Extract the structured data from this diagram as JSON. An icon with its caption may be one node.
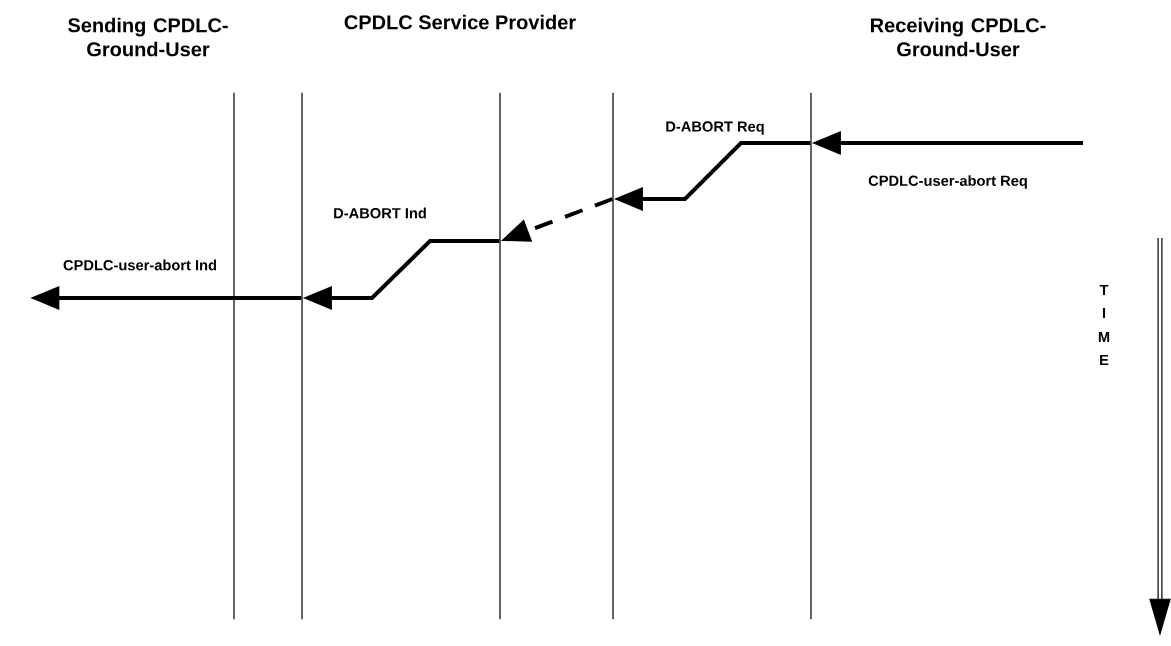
{
  "diagram": {
    "nodes": [
      {
        "text": [],
        "shape": "bar"
      },
      {
        "text": [],
        "shape": "bar"
      },
      {
        "text": [],
        "shape": "bar"
      },
      {
        "text": [],
        "shape": "bar"
      },
      {
        "text": [],
        "shape": "bar"
      }
    ],
    "edges": [
      {
        "from": null,
        "to": 4,
        "arrow": "to",
        "label": "CPDLC-user-abort Req"
      },
      {
        "from": 4,
        "to": 3,
        "arrow": "to",
        "label": "D-ABORT Req"
      },
      {
        "from": 3,
        "to": 2,
        "arrow": "to",
        "style": "dashed"
      },
      {
        "from": 2,
        "to": 1,
        "arrow": "to",
        "label": "D-ABORT Ind"
      },
      {
        "from": 1,
        "to": null,
        "arrow": "to",
        "label": "CPDLC-user-abort Ind"
      }
    ],
    "labels": [
      "Sending CPDLC-Ground-User",
      "CPDLC Service Provider",
      "Receiving CPDLC-Ground-User",
      "T",
      "I",
      "M",
      "E"
    ]
  }
}
